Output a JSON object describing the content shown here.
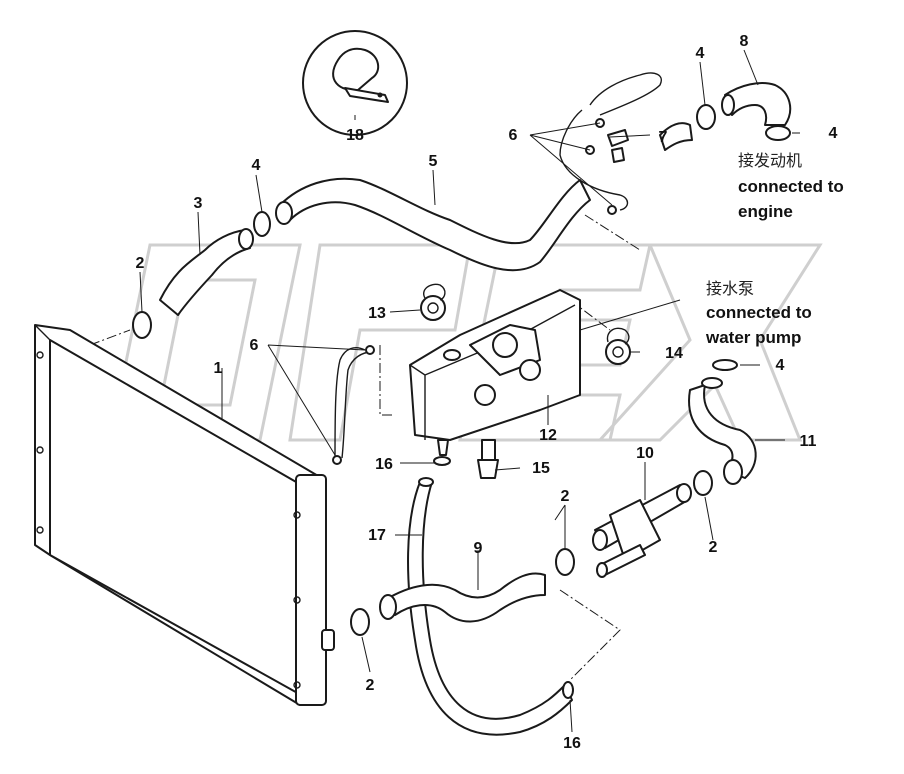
{
  "callouts": {
    "c1": "1",
    "c2a": "2",
    "c2b": "2",
    "c2c": "2",
    "c2d": "2",
    "c3": "3",
    "c4a": "4",
    "c4b": "4",
    "c4c": "4",
    "c4d": "4",
    "c5": "5",
    "c6a": "6",
    "c6b": "6",
    "c7": "7",
    "c8": "8",
    "c9": "9",
    "c10": "10",
    "c11": "11",
    "c12": "12",
    "c13": "13",
    "c14": "14",
    "c15": "15",
    "c16a": "16",
    "c16b": "16",
    "c17": "17",
    "c18": "18"
  },
  "notes": {
    "engine_cn": "接发动机",
    "engine_en_1": "connected to",
    "engine_en_2": "engine",
    "pump_cn": "接水泵",
    "pump_en_1": "connected to",
    "pump_en_2": "water pump"
  },
  "watermark": "OPEX"
}
